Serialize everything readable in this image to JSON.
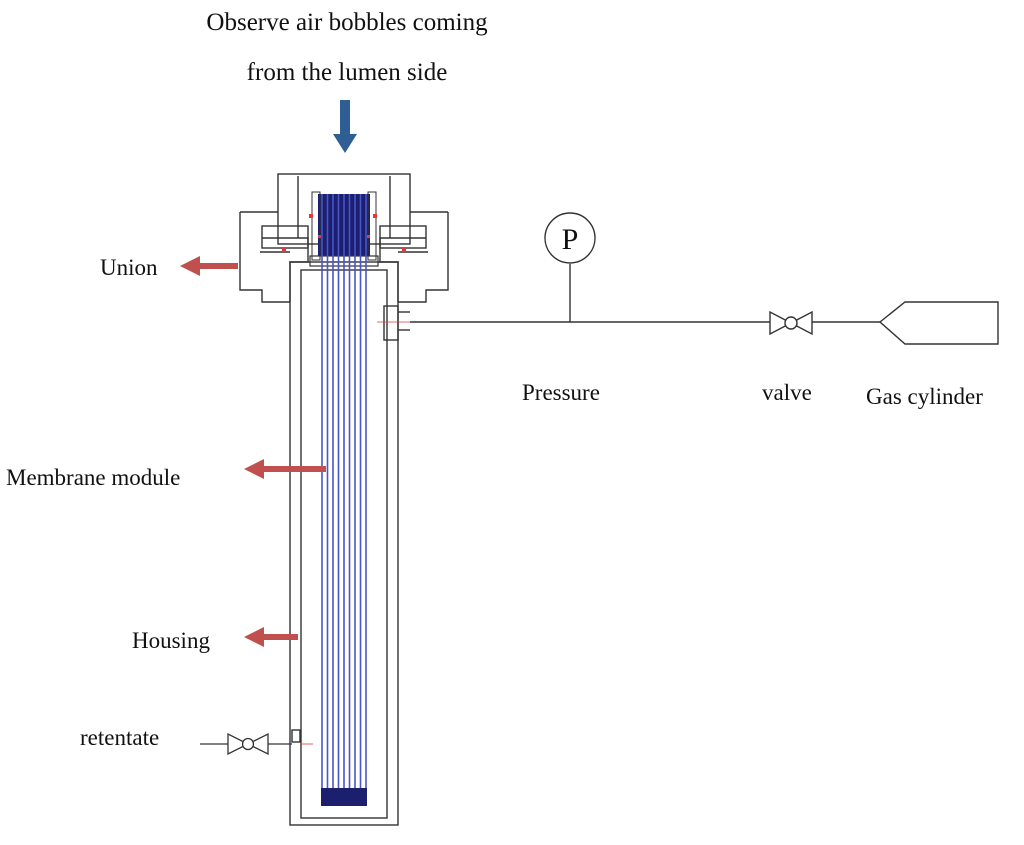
{
  "diagram": {
    "title_line1": "Observe air bobbles coming",
    "title_line2": "from the lumen side",
    "labels": {
      "union": "Union",
      "membrane_module": "Membrane module",
      "housing": "Housing",
      "retentate": "retentate",
      "pressure": "Pressure",
      "valve": "valve",
      "gas_cylinder": "Gas cylinder",
      "gauge_symbol": "P"
    },
    "colors": {
      "arrow_red": "#c0504d",
      "arrow_blue": "#2f5e95",
      "fiber_blue": "#4a55c8",
      "potting_dark": "#1c1f6e",
      "seal_red": "#e23a3a",
      "line": "#333333"
    },
    "fiber_count": 9
  }
}
